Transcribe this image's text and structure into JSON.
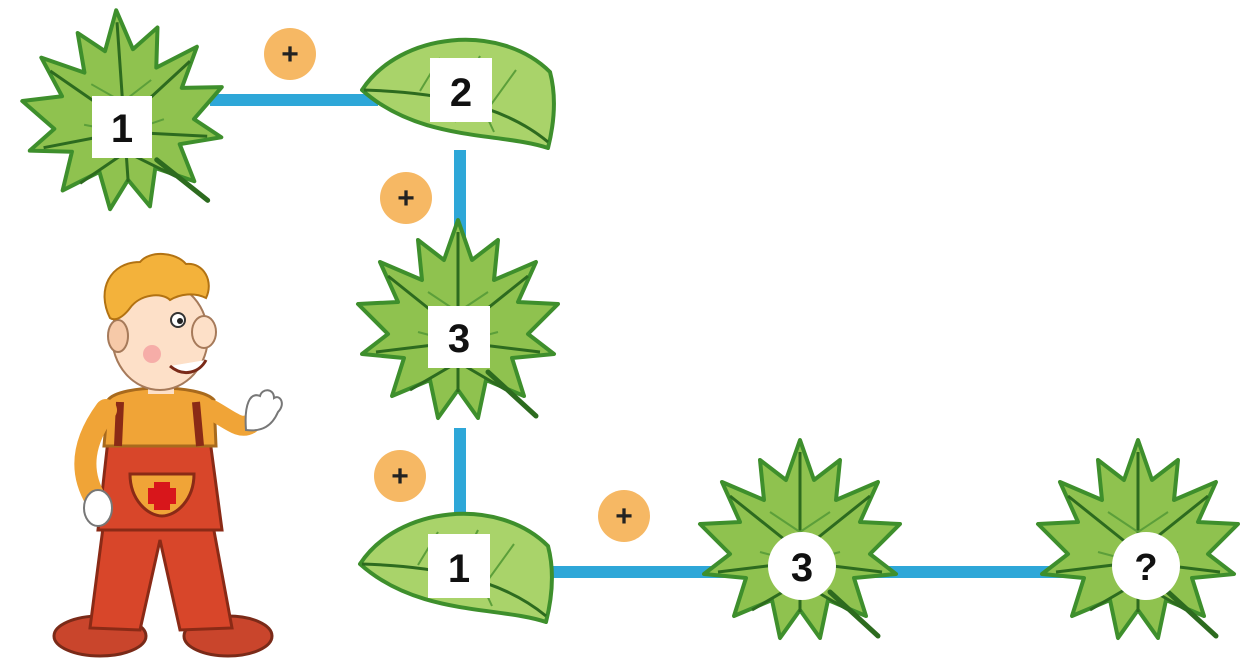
{
  "chain": {
    "start_value": "1",
    "steps": [
      {
        "operator": "+",
        "value": "2"
      },
      {
        "operator": "+",
        "value": "3"
      },
      {
        "operator": "+",
        "value": "1"
      },
      {
        "operator": "+",
        "value": "3"
      }
    ],
    "answer": "?"
  },
  "colors": {
    "connector": "#2ea7d8",
    "operator_badge": "#f6b864",
    "leaf_light": "#a9d36a",
    "leaf_dark": "#3e8f2c",
    "leaf_vein": "#2d6b1f",
    "overalls": "#d8462a",
    "shirt": "#f0a437",
    "hair": "#f3b23b"
  },
  "icons": [
    "maple-leaf-icon",
    "oval-leaf-icon",
    "boy-character-illustration",
    "red-cross-icon"
  ]
}
